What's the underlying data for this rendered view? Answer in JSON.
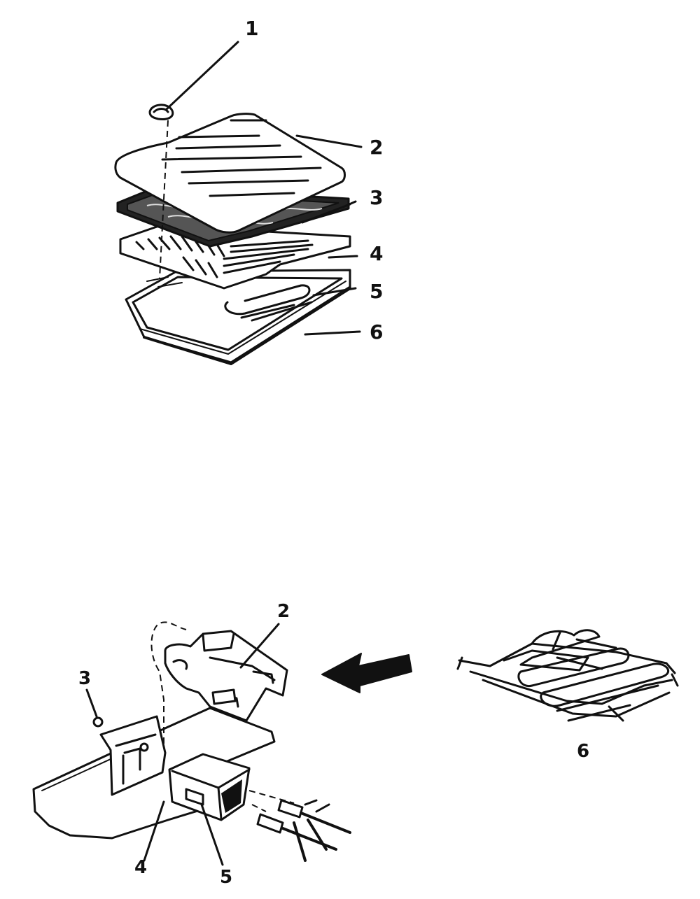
{
  "top_assembly": {
    "callouts": [
      "1",
      "2",
      "3",
      "4",
      "5",
      "6"
    ]
  },
  "bottom_assembly": {
    "callouts": [
      "2",
      "3",
      "4",
      "5"
    ]
  },
  "element_detail": {
    "callout": "6"
  },
  "colors": {
    "ink": "#111111",
    "paper": "#ffffff"
  }
}
